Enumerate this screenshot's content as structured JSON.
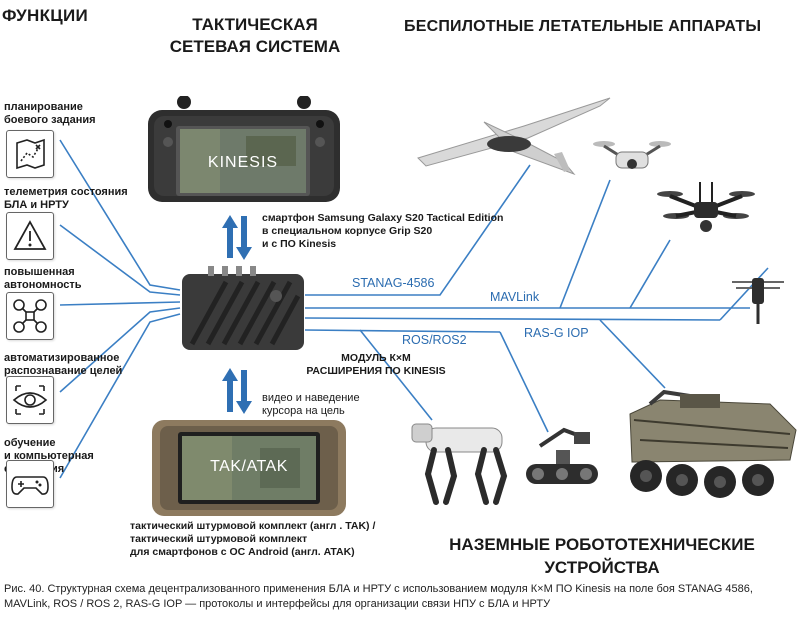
{
  "headers": {
    "functions": "ФУНКЦИИ",
    "tactical_line1": "ТАКТИЧЕСКАЯ",
    "tactical_line2": "СЕТЕВАЯ СИСТЕМА",
    "uav": "БЕСПИЛОТНЫЕ ЛЕТАТЕЛЬНЫЕ АППАРАТЫ",
    "ground_line1": "НАЗЕМНЫЕ РОБОТОТЕХНИЧЕСКИЕ",
    "ground_line2": "УСТРОЙСТВА"
  },
  "functions": [
    {
      "line1": "планирование",
      "line2": "боевого задания",
      "icon": "mission-map-icon"
    },
    {
      "line1": "телеметрия состояния",
      "line2": "БЛА  и НРТУ",
      "icon": "warning-icon"
    },
    {
      "line1": "повышенная",
      "line2": "автономность",
      "icon": "drone-icon"
    },
    {
      "line1": "автоматизированное",
      "line2": "распознавание целей",
      "icon": "eye-target-icon"
    },
    {
      "line1": "обучение",
      "line2": "и компьютерная симуляция",
      "icon": "gamepad-icon"
    }
  ],
  "devices": {
    "kinesis_screen": "KINESIS",
    "tak_screen": "TAK/ATAK"
  },
  "labels": {
    "phone_line1": "смартфон Samsung Galaxy S20 Tactical Edition",
    "phone_line2": "в специальном корпусе Grip S20",
    "phone_line3": "и с ПО Kinesis",
    "module_line1": "МОДУЛЬ К×М",
    "module_line2": "РАСШИРЕНИЯ  ПО KINESIS",
    "video_line1": "видео и наведение",
    "video_line2": "курсора на цель",
    "tak_line1": "тактический штурмовой комплект  (англ . TAK) /",
    "tak_line2": "тактический штурмовой комплект",
    "tak_line3": "для смартфонов  с ОС Android (англ. ATAK)"
  },
  "protocols": {
    "stanag": "STANAG-4586",
    "mavlink": "MAVLink",
    "rasg": "RAS-G IOP",
    "ros": "ROS/ROS2"
  },
  "colors": {
    "line_blue": "#3b7fc4",
    "arrow_blue": "#2f6fb3",
    "text_blue": "#2b6cb0"
  },
  "caption": "Рис. 40. Структурная схема децентрализованного применения БЛА и НРТУ с использованием модуля К×М ПО Kinesis на поле боя STANAG 4586, MAVLink, ROS / ROS 2, RAS-G IOP — протоколы и интерфейсы для организации связи НПУ с БЛА и НРТУ"
}
